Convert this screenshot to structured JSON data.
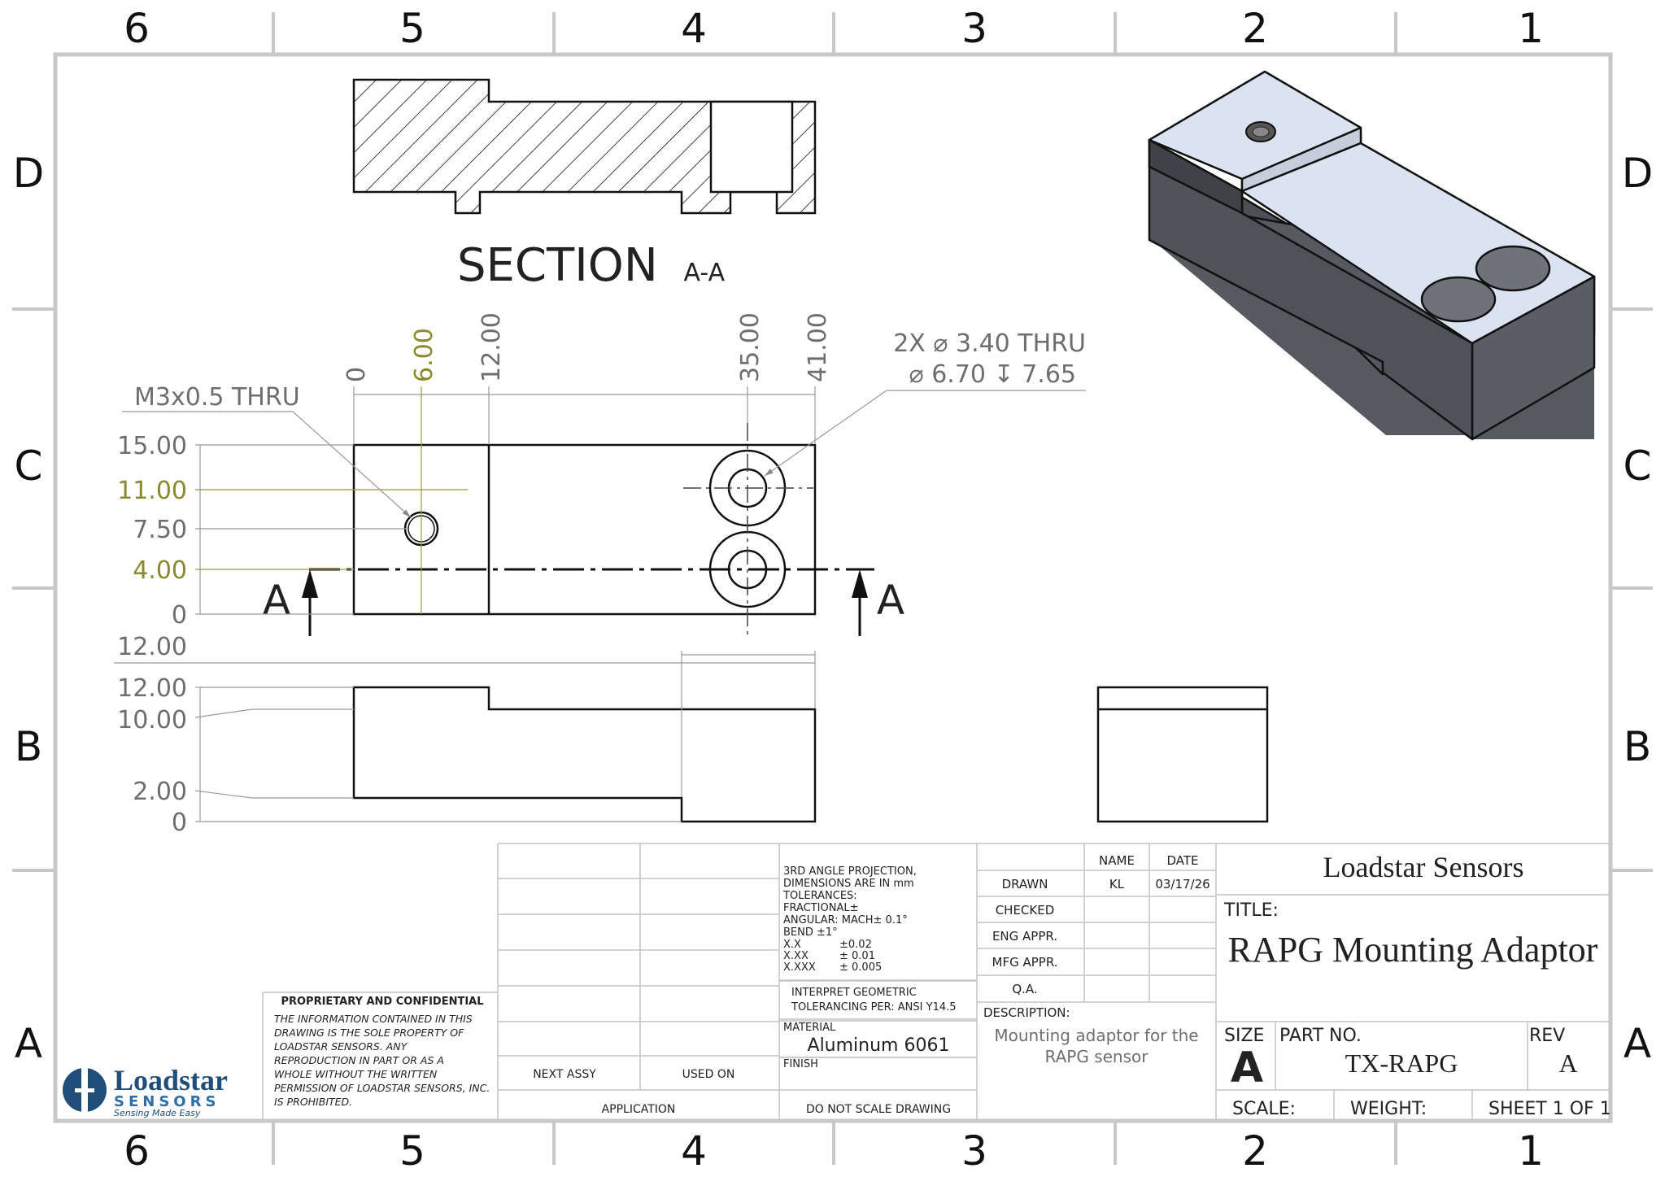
{
  "zones": {
    "columns": [
      "6",
      "5",
      "4",
      "3",
      "2",
      "1"
    ],
    "rows": [
      "D",
      "C",
      "B",
      "A"
    ]
  },
  "section_view": {
    "title": "SECTION",
    "suffix": "A-A"
  },
  "top_view": {
    "x_dims": [
      "0",
      "6.00",
      "12.00",
      "35.00",
      "41.00"
    ],
    "y_dims": [
      "15.00",
      "11.00",
      "7.50",
      "4.00",
      "0"
    ],
    "hole_callout_thread": "M3x0.5 THRU",
    "hole_callout_line1": "2X  ⌀ 3.40 THRU",
    "hole_callout_line2": "⌀ 6.70 ↧ 7.65",
    "section_marker_left": "A",
    "section_marker_right": "A"
  },
  "front_view": {
    "top_dim": "12.00",
    "y_dims": [
      "12.00",
      "10.00",
      "2.00",
      "0"
    ]
  },
  "title_block": {
    "company": "Loadstar Sensors",
    "title_label": "TITLE:",
    "title": "RAPG Mounting Adaptor",
    "size_label": "SIZE",
    "size": "A",
    "part_no_label": "PART NO.",
    "part_no": "TX-RAPG",
    "rev_label": "REV",
    "rev": "A",
    "scale_label": "SCALE:",
    "weight_label": "WEIGHT:",
    "sheet": "SHEET 1 OF 1",
    "name_header": "NAME",
    "date_header": "DATE",
    "roles": [
      "DRAWN",
      "CHECKED",
      "ENG APPR.",
      "MFG APPR.",
      "Q.A."
    ],
    "drawn_name": "KL",
    "drawn_date": "03/17/26",
    "description_label": "DESCRIPTION:",
    "description_line1": "Mounting adaptor for the",
    "description_line2": "RAPG sensor",
    "tolerance_lines": [
      "3RD ANGLE PROJECTION,",
      "DIMENSIONS ARE IN mm",
      "TOLERANCES:",
      "FRACTIONAL±",
      "ANGULAR: MACH± 0.1°",
      "BEND ±1°"
    ],
    "tolerance_rows": [
      {
        "label": "X.X",
        "value": "±0.02"
      },
      {
        "label": "X.XX",
        "value": "± 0.01"
      },
      {
        "label": "X.XXX",
        "value": "± 0.005"
      }
    ],
    "geometric_line1": "INTERPRET GEOMETRIC",
    "geometric_line2": "TOLERANCING PER: ANSI Y14.5",
    "material_label": "MATERIAL",
    "material": "Aluminum 6061",
    "finish_label": "FINISH",
    "next_assy": "NEXT ASSY",
    "used_on": "USED ON",
    "application": "APPLICATION",
    "do_not_scale": "DO NOT SCALE DRAWING",
    "proprietary_title": "PROPRIETARY AND CONFIDENTIAL",
    "proprietary_lines": [
      "THE INFORMATION CONTAINED IN THIS",
      "DRAWING IS THE SOLE PROPERTY OF",
      "LOADSTAR SENSORS.  ANY",
      "REPRODUCTION IN PART OR AS A",
      "WHOLE WITHOUT THE WRITTEN",
      "PERMISSION OF LOADSTAR SENSORS, INC.",
      "IS PROHIBITED."
    ]
  },
  "logo": {
    "name": "Loadstar",
    "sub": "SENSORS",
    "tagline": "Sensing Made Easy"
  },
  "colors": {
    "line": "#111111",
    "dimension": "#7a7a7a",
    "highlight_dimension": "#8a8a2c",
    "iso_top": "#dbe3f1",
    "iso_side": "#56595f",
    "logo_blue": "#1f4e79"
  }
}
